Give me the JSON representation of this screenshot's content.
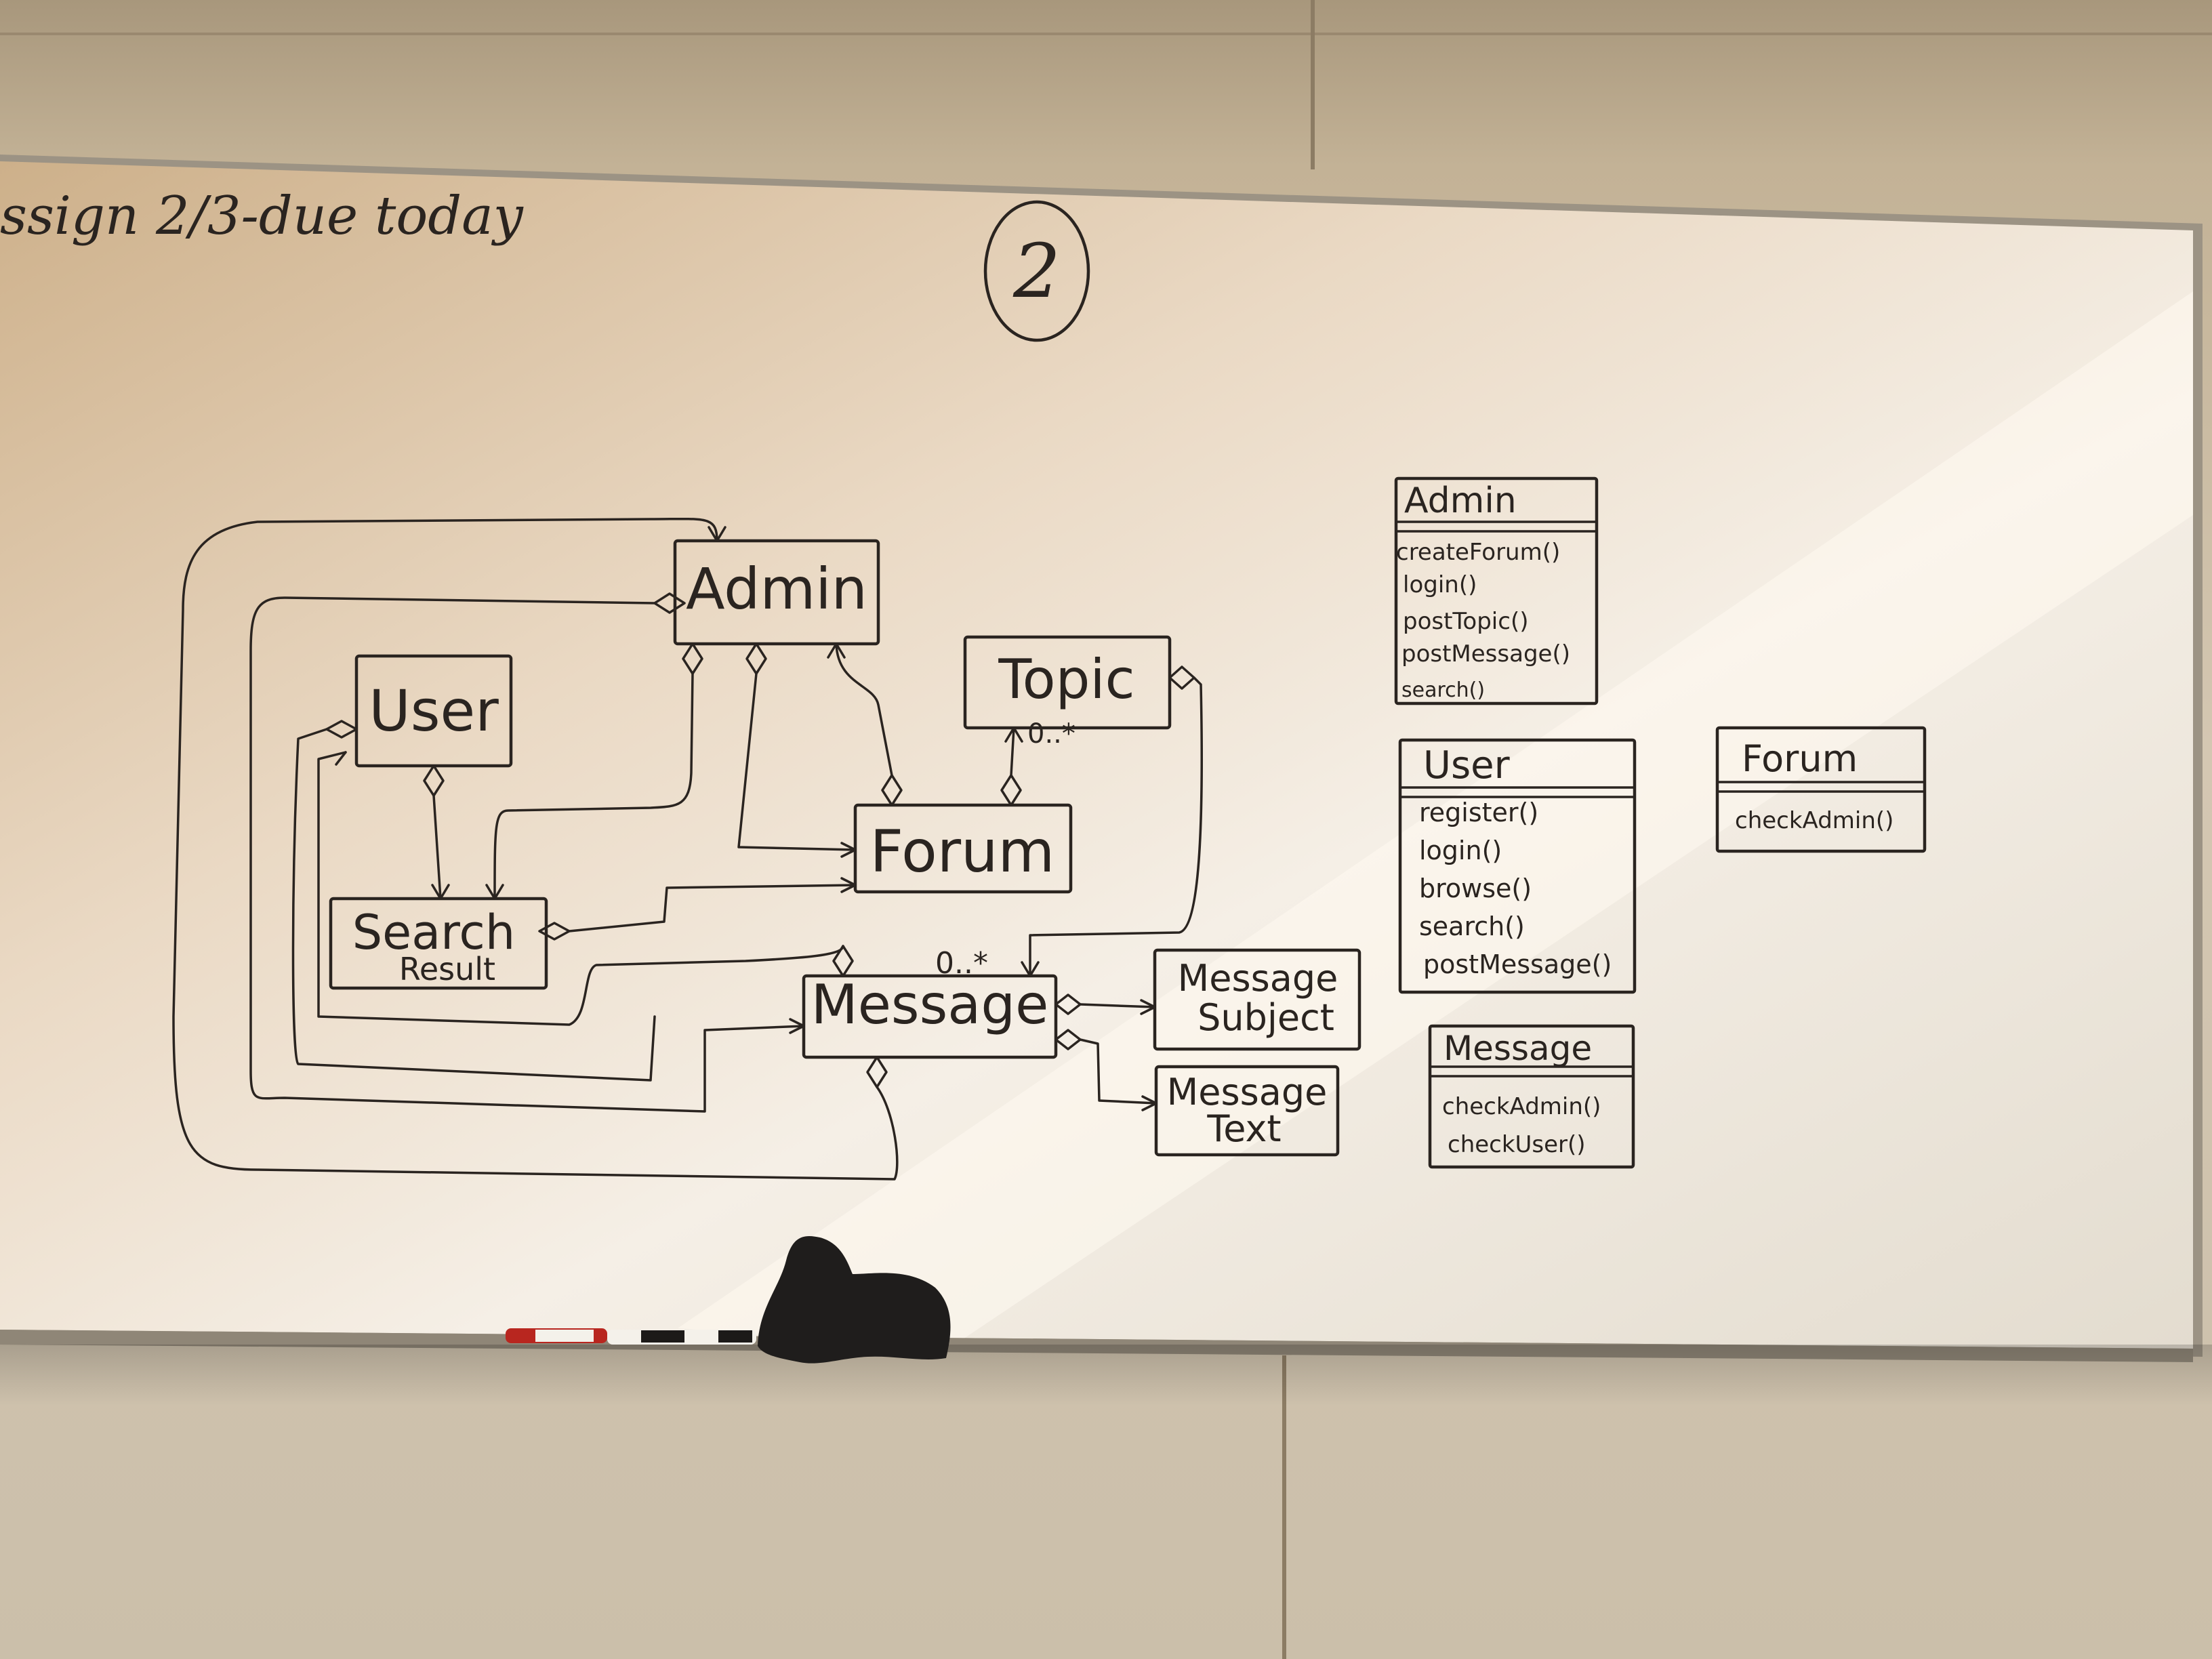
{
  "board": {
    "heading": "ssign 2/3-due today",
    "page_number": "2"
  },
  "diagram": {
    "classes": {
      "admin": "Admin",
      "user": "User",
      "topic": "Topic",
      "forum": "Forum",
      "search_result_line1": "Search",
      "search_result_line2": "Result",
      "message": "Message",
      "message_subject_line1": "Message",
      "message_subject_line2": "Subject",
      "message_text_line1": "Message",
      "message_text_line2": "Text"
    },
    "multiplicity_topic": "0..*",
    "multiplicity_message": "0..*"
  },
  "class_boxes": {
    "admin": {
      "name": "Admin",
      "methods": [
        "createForum()",
        "login()",
        "postTopic()",
        "postMessage()",
        "search()"
      ]
    },
    "user": {
      "name": "User",
      "methods": [
        "register()",
        "login()",
        "browse()",
        "search()",
        "postMessage()"
      ]
    },
    "forum": {
      "name": "Forum",
      "methods": [
        "checkAdmin()"
      ]
    },
    "message": {
      "name": "Message",
      "methods": [
        "checkAdmin()",
        "checkUser()"
      ]
    }
  },
  "colors": {
    "ink": "#2a2420",
    "board": "#efe9df",
    "wall": "#c3b296"
  }
}
